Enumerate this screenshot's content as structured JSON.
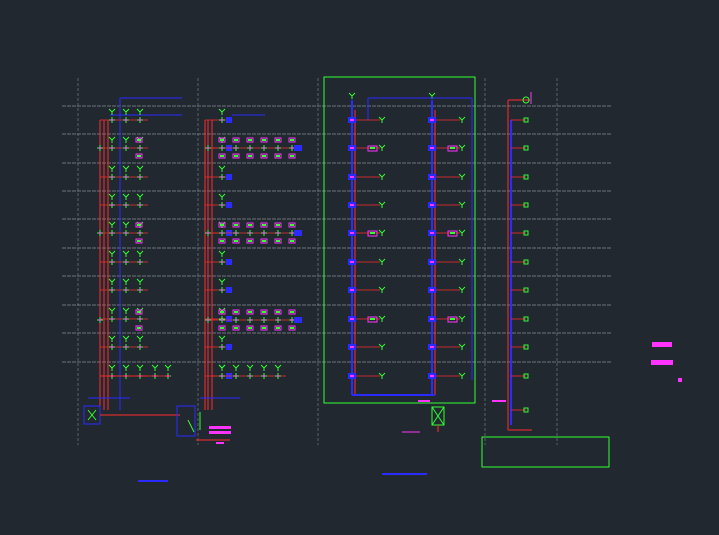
{
  "app": {
    "title": "",
    "background": "#212830"
  },
  "drawing": {
    "description_text": "",
    "floors": 10,
    "colors": {
      "floor_line": "#8a8f96",
      "gridline": "#6b7078",
      "supply_pipe": "#ff2b2b",
      "return_pipe": "#2b2bff",
      "fixture": "#33ff33",
      "valve": "#ff33ff",
      "frame": "#33ff33",
      "label_bar": "#ff33ff"
    },
    "panels": [
      {
        "id": "left-riser-system",
        "risers": 3
      },
      {
        "id": "middle-riser-system",
        "risers": 3
      },
      {
        "id": "boxed-riser-system",
        "risers": 2
      },
      {
        "id": "right-riser-system",
        "risers": 1
      }
    ],
    "legend_bars": [
      {
        "name": "legend-bar-1",
        "color": "#ff33ff"
      },
      {
        "name": "legend-bar-2",
        "color": "#ff33ff"
      },
      {
        "name": "legend-bar-3",
        "color": "#ff33ff"
      }
    ],
    "icons": {
      "pump": "pump-icon",
      "valve": "valve-icon",
      "fixture": "fixture-icon",
      "meter": "meter-icon"
    }
  }
}
